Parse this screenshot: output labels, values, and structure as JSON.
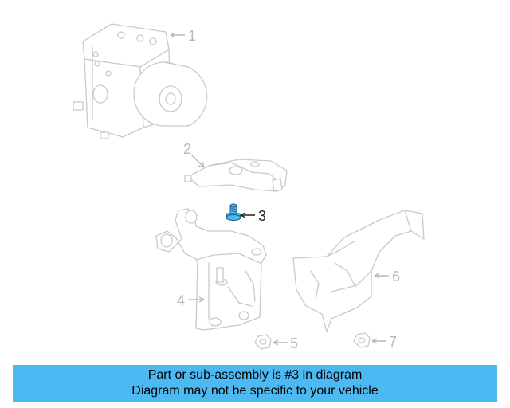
{
  "callouts": {
    "c1": "1",
    "c2": "2",
    "c3": "3",
    "c4": "4",
    "c5": "5",
    "c6": "6",
    "c7": "7"
  },
  "banner": {
    "line1": "Part or sub-assembly is #3 in diagram",
    "line2": "Diagram may not be specific to your vehicle"
  },
  "colors": {
    "highlight_part": "#4cb9f2",
    "banner_background": "#4cb9f2",
    "ghost_parts": "#c9c9c9"
  }
}
